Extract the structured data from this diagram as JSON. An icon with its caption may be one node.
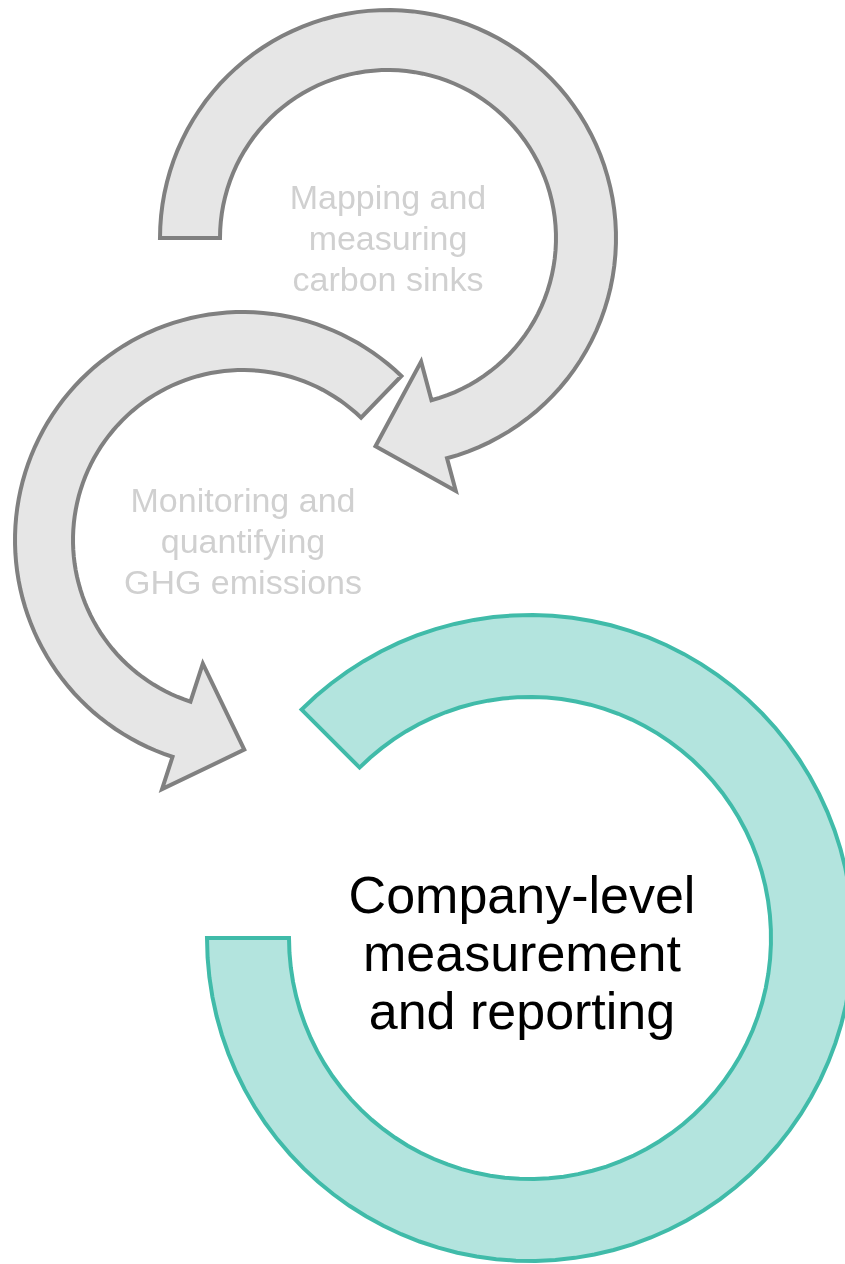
{
  "diagram": {
    "nodes": [
      {
        "text": [
          "Mapping and measuring carbon sinks"
        ]
      },
      {
        "text": [
          "Monitoring and quantifying GHG emissions"
        ]
      },
      {
        "text": [
          "Company-level measurement and reporting"
        ]
      }
    ],
    "edges": [
      {
        "from": 0,
        "to": 1,
        "arrow": "to"
      },
      {
        "from": 1,
        "to": 2,
        "arrow": "to"
      }
    ]
  }
}
